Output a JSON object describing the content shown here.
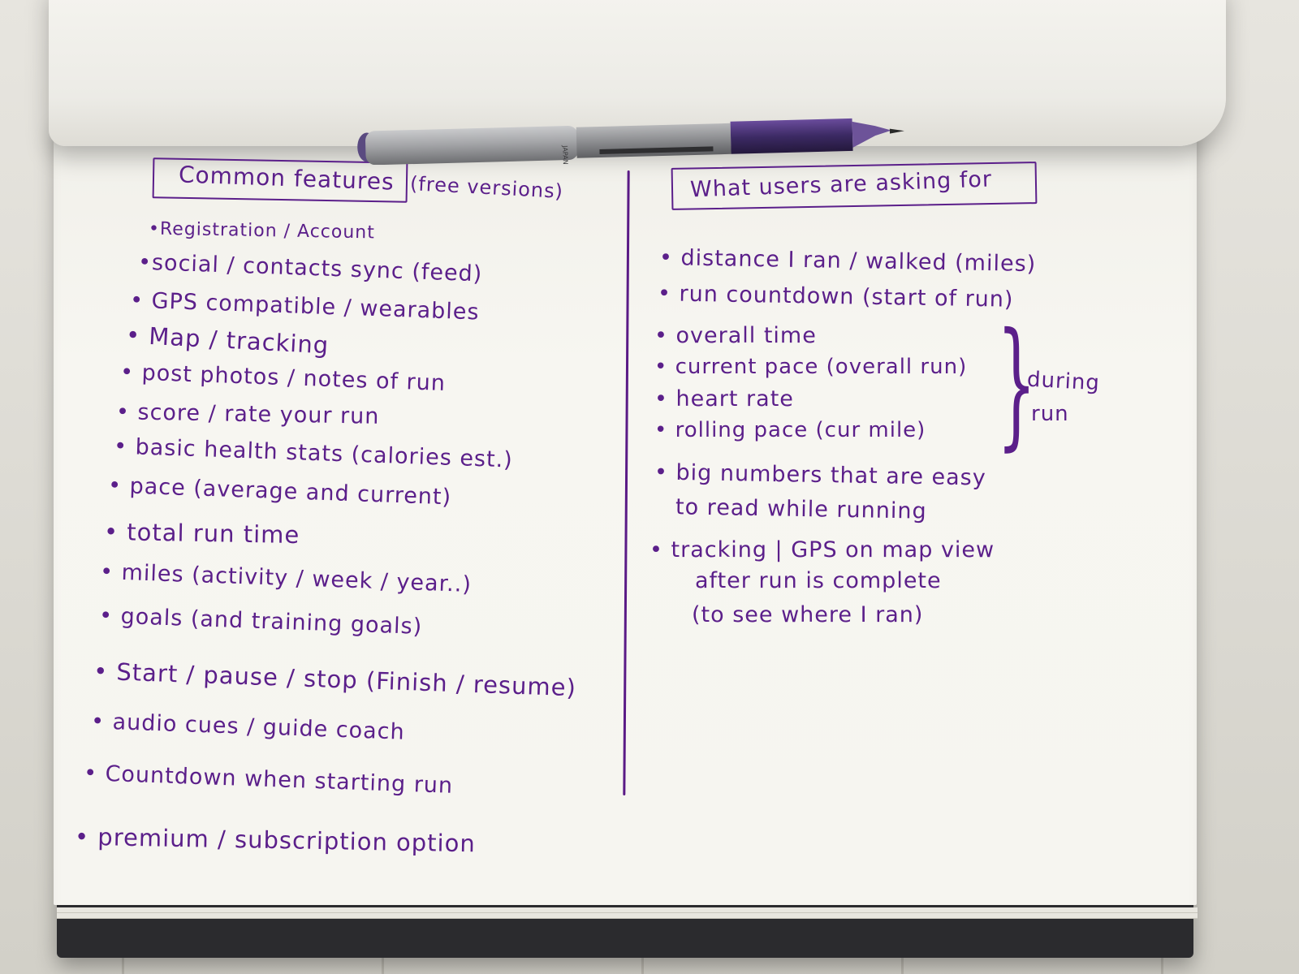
{
  "left_column": {
    "heading": "Common features",
    "heading_note": "(free versions)",
    "items": [
      "•Registration / Account",
      "•social / contacts sync (feed)",
      "• GPS compatible / wearables",
      "• Map / tracking",
      "• post photos / notes of run",
      "• score / rate your run",
      "• basic health stats (calories est.)",
      "• pace (average and current)",
      "• total run time",
      "• miles (activity / week / year..)",
      "• goals (and training goals)",
      "• Start / pause / stop (Finish / resume)",
      "• audio cues / guide coach",
      "• Countdown when starting run",
      "• premium / subscription option"
    ]
  },
  "right_column": {
    "heading": "What users are asking for",
    "items": [
      "• distance I ran / walked (miles)",
      "• run countdown (start of run)",
      "• overall time",
      "• current pace (overall run)",
      "• heart rate",
      "• rolling pace (cur mile)",
      "• big numbers that are easy",
      "to read while running",
      "• tracking | GPS on map view",
      "after run is complete",
      "(to see where I ran)"
    ],
    "group_label_line1": "during",
    "group_label_line2": "run"
  },
  "pen": {
    "brand_text": "JAPAN"
  },
  "colors": {
    "ink": "#5b1f8a",
    "paper": "#f6f5f0",
    "cover": "#2b2b2e",
    "pen_body": "#8e8f91",
    "pen_ink": "#4a2a7a"
  }
}
